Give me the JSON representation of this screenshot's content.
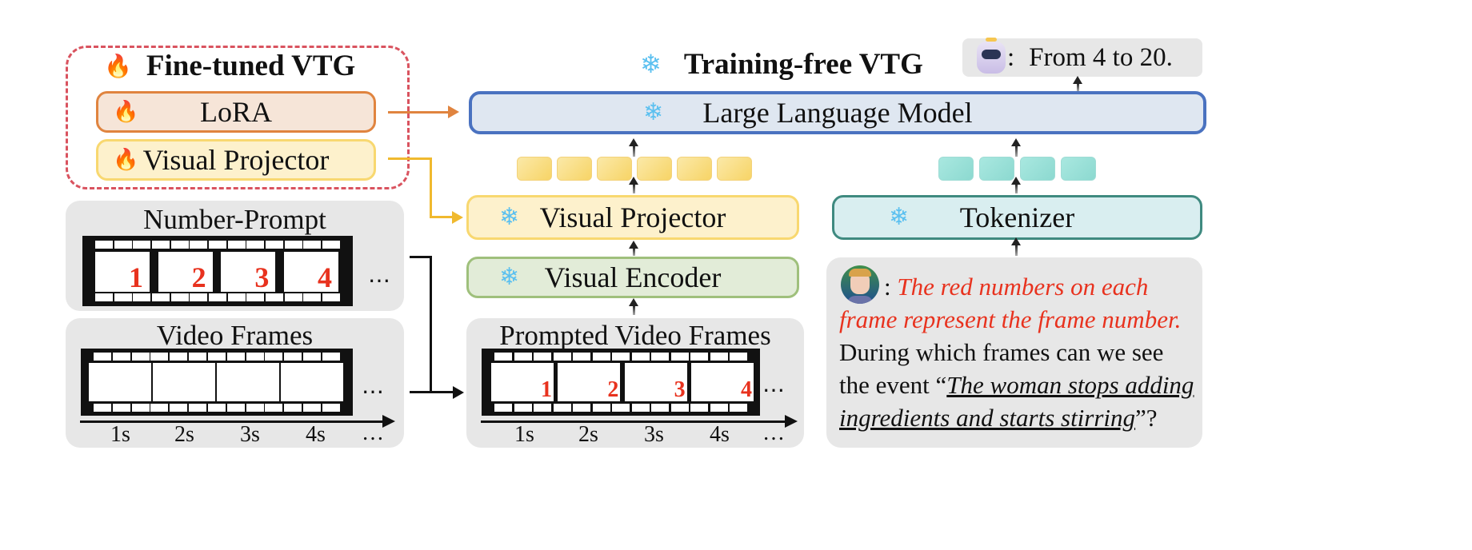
{
  "fine_tuned": {
    "title": "Fine-tuned VTG",
    "title_icon": "fire-icon",
    "lora_label": "LoRA",
    "visual_projector_label": "Visual Projector",
    "module_icon": "fire-icon",
    "border_color": "#d9535f"
  },
  "training_free": {
    "title": "Training-free VTG",
    "title_icon": "snowflake-icon",
    "llm_label": "Large Language Model",
    "visual_projector_label": "Visual Projector",
    "visual_encoder_label": "Visual Encoder",
    "tokenizer_label": "Tokenizer",
    "module_icon": "snowflake-icon"
  },
  "output": {
    "icon": "robot-icon",
    "separator": ":",
    "text": "From 4 to 20."
  },
  "number_prompt": {
    "title": "Number-Prompt",
    "numbers": [
      "1",
      "2",
      "3",
      "4"
    ],
    "ellipsis": "…"
  },
  "video_frames": {
    "title": "Video Frames",
    "ticks": [
      "1s",
      "2s",
      "3s",
      "4s",
      "…"
    ],
    "ellipsis": "…"
  },
  "prompted_frames": {
    "title": "Prompted Video Frames",
    "numbers": [
      "1",
      "2",
      "3",
      "4"
    ],
    "ticks": [
      "1s",
      "2s",
      "3s",
      "4s",
      "…"
    ],
    "ellipsis": "…"
  },
  "query": {
    "icon": "user-avatar-icon",
    "separator": ": ",
    "red_line_1": "The red numbers on each",
    "red_line_2": "frame represent the frame number.",
    "line_3": "During which frames can we see",
    "line_4_prefix": "the event “",
    "event_part_1": "The woman stops adding",
    "event_part_2": "ingredients and starts stirring",
    "line_5_suffix": "”?"
  },
  "tokens": {
    "visual_count": 6,
    "text_count": 4
  },
  "colors": {
    "lora_border": "#e0843f",
    "lora_fill": "#f6e5d8",
    "vp_border": "#f8d870",
    "vp_fill": "#fdf1cc",
    "llm_border": "#4a72c0",
    "llm_fill": "#dfe7f1",
    "enc_border": "#9fc07c",
    "enc_fill": "#e2ecd8",
    "tok_border": "#3f8a80",
    "tok_fill": "#d9eef0",
    "red_number": "#e8321e"
  }
}
